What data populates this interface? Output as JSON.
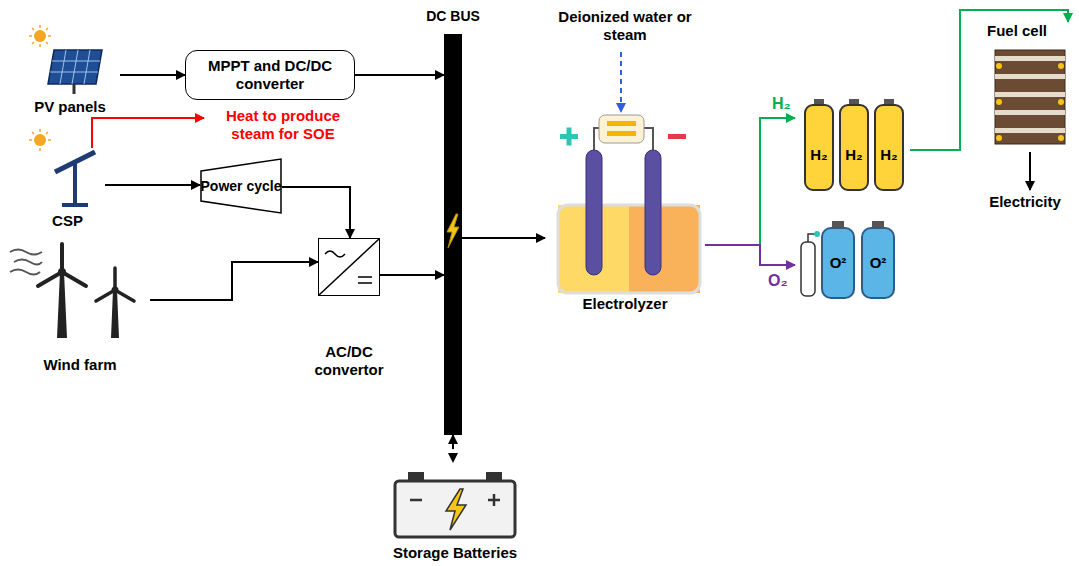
{
  "diagram": {
    "nodes": [
      {
        "text": [
          "PV panels"
        ]
      },
      {
        "text": [
          "MPPT and DC/DC converter"
        ]
      },
      {
        "text": [
          "CSP"
        ]
      },
      {
        "text": [
          "Power cycle"
        ]
      },
      {
        "text": [
          "Wind farm"
        ]
      },
      {
        "text": [
          "AC/DC convertor"
        ]
      },
      {
        "text": [
          "DC BUS"
        ]
      },
      {
        "text": [
          "Storage Batteries"
        ]
      },
      {
        "text": [
          "Electrolyzer"
        ]
      },
      {
        "text": [
          "H₂",
          "H₂",
          "H₂"
        ]
      },
      {
        "text": [
          "O²",
          "O²"
        ]
      },
      {
        "text": [
          "Fuel cell"
        ]
      },
      {
        "text": [
          "Electricity"
        ]
      }
    ],
    "edges": [
      {
        "from": 0,
        "to": 1,
        "arrow": "to"
      },
      {
        "from": 1,
        "to": 6,
        "arrow": "to"
      },
      {
        "from": 2,
        "to": 3,
        "arrow": "to"
      },
      {
        "from": 3,
        "to": 5,
        "arrow": "to"
      },
      {
        "from": 4,
        "to": 5,
        "arrow": "to"
      },
      {
        "from": 5,
        "to": 6,
        "arrow": "to"
      },
      {
        "from": 6,
        "to": 7,
        "arrow": "both"
      },
      {
        "from": 6,
        "to": 8,
        "arrow": "to"
      },
      {
        "from": 8,
        "to": 9,
        "label": "H₂",
        "arrow": "to"
      },
      {
        "from": 8,
        "to": 10,
        "label": "O₂",
        "arrow": "to"
      },
      {
        "from": 9,
        "to": 11,
        "arrow": "to"
      },
      {
        "from": 11,
        "to": 12,
        "arrow": "to"
      }
    ],
    "labels": [
      "Heat to produce steam for SOE",
      "Deionized water or steam"
    ]
  }
}
